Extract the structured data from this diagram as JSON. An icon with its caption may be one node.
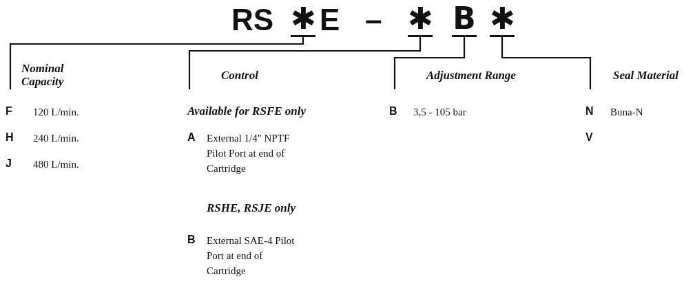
{
  "diagram": {
    "nodes": [
      {
        "text": [
          "✱"
        ]
      },
      {
        "text": [
          "✱"
        ]
      },
      {
        "text": [
          "B"
        ]
      },
      {
        "text": [
          "✱"
        ]
      },
      {
        "text": [
          "Nominal Capacity"
        ]
      },
      {
        "text": [
          "Control"
        ]
      },
      {
        "text": [
          "Adjustment Range"
        ]
      },
      {
        "text": [
          "Seal Material"
        ]
      }
    ],
    "edges": [
      {
        "from": 0,
        "to": 4,
        "arrow": "none"
      },
      {
        "from": 1,
        "to": 5,
        "arrow": "none"
      },
      {
        "from": 2,
        "to": 6,
        "arrow": "none"
      },
      {
        "from": 3,
        "to": 7,
        "arrow": "none"
      }
    ],
    "labels": [
      "RS",
      "E",
      "–",
      "F",
      "120 L/min.",
      "Available for RSFE only",
      "B",
      "3,5 - 105 bar",
      "N",
      "Buna-N",
      "H",
      "240 L/min.",
      "A",
      "External 1/4\" NPTF Pilot Port at end of Cartridge",
      "V",
      "J",
      "480 L/min.",
      "RSHE, RSJE only",
      "B",
      "External SAE-4 Pilot Port at end of Cartridge"
    ]
  }
}
